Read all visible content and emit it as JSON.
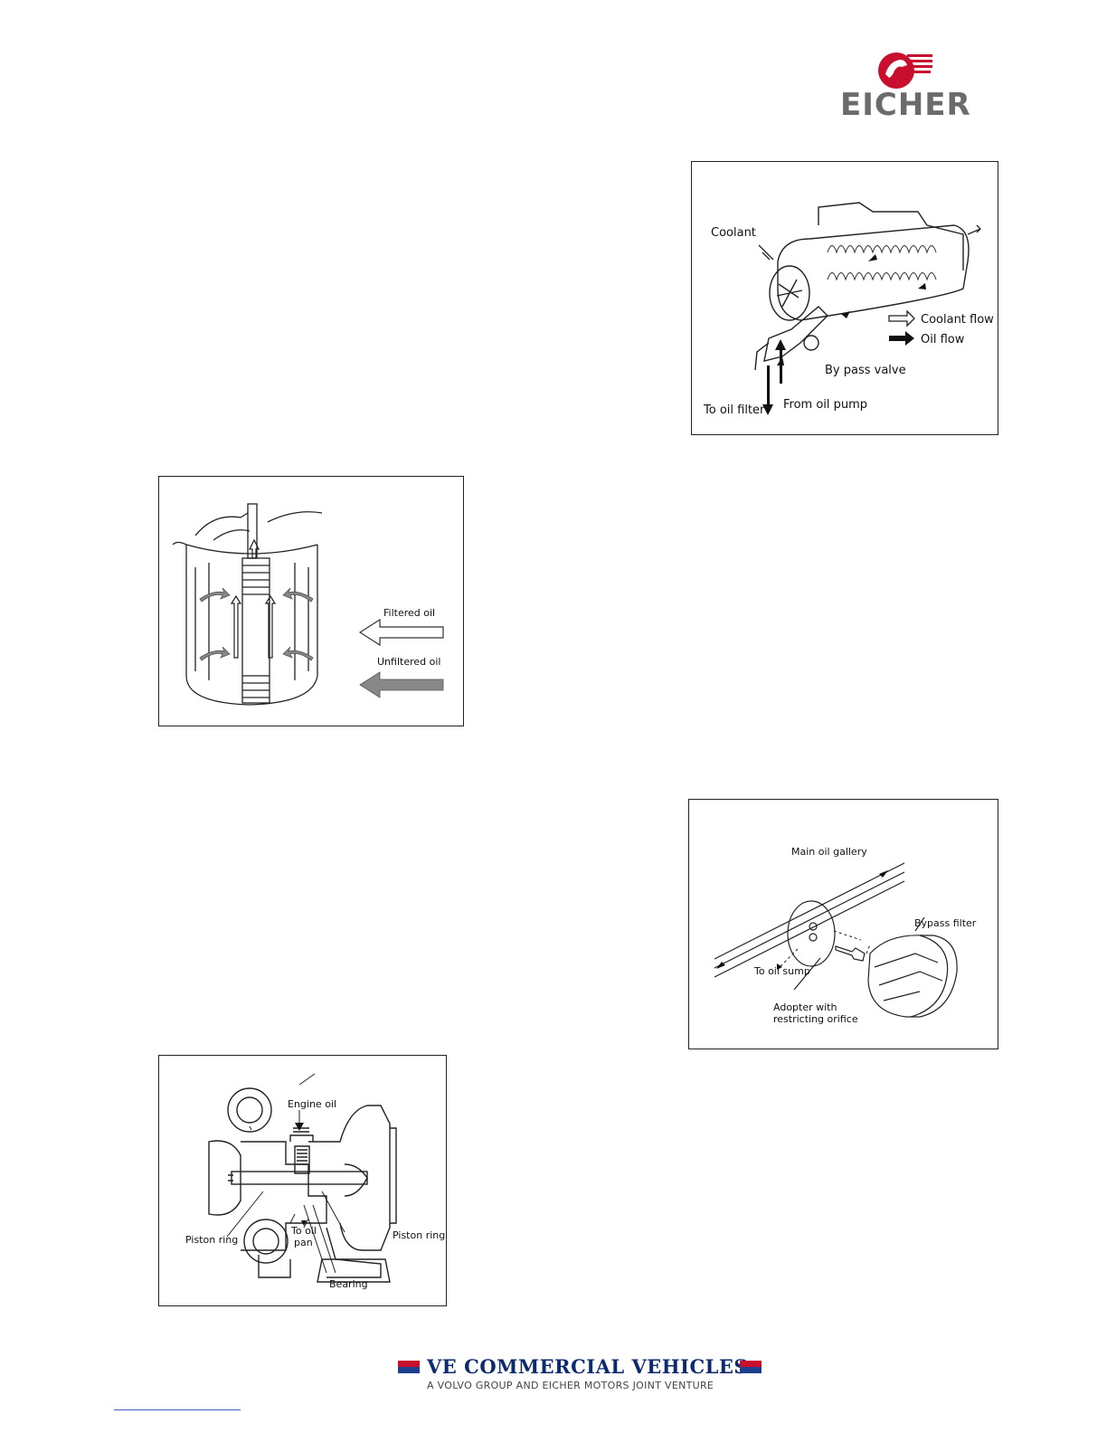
{
  "header": {
    "logo_text": "EICHER",
    "logo_icon": "eicher-horse-head-icon",
    "brand_color": "#c8102e"
  },
  "figures": {
    "oil_cooler": {
      "coolant": "Coolant",
      "coolant_flow": "Coolant flow",
      "oil_flow": "Oil flow",
      "bypass_valve": "By pass valve",
      "to_oil_filter": "To oil filter",
      "from_oil_pump": "From oil pump"
    },
    "oil_filter": {
      "filtered_oil": "Filtered oil",
      "unfiltered_oil": "Unfiltered oil"
    },
    "bypass_filter": {
      "main_oil_gallery": "Main oil gallery",
      "bypass_filter": "Bypass filter",
      "to_oil_sump": "To oil sump",
      "adapter_line1": "Adopter with",
      "adapter_line2": "restricting orifice"
    },
    "turbocharger": {
      "engine_oil": "Engine oil",
      "piston_ring_left": "Piston ring",
      "piston_ring_right": "Piston ring",
      "to_oil_pan_line1": "To oil",
      "to_oil_pan_line2": "pan",
      "bearing": "Bearing"
    }
  },
  "footer": {
    "company": "VE COMMERCIAL VEHICLES",
    "tagline": "A VOLVO GROUP AND EICHER MOTORS JOINT VENTURE",
    "flag_colors": [
      "#c8102e",
      "#1f3f8f"
    ]
  }
}
